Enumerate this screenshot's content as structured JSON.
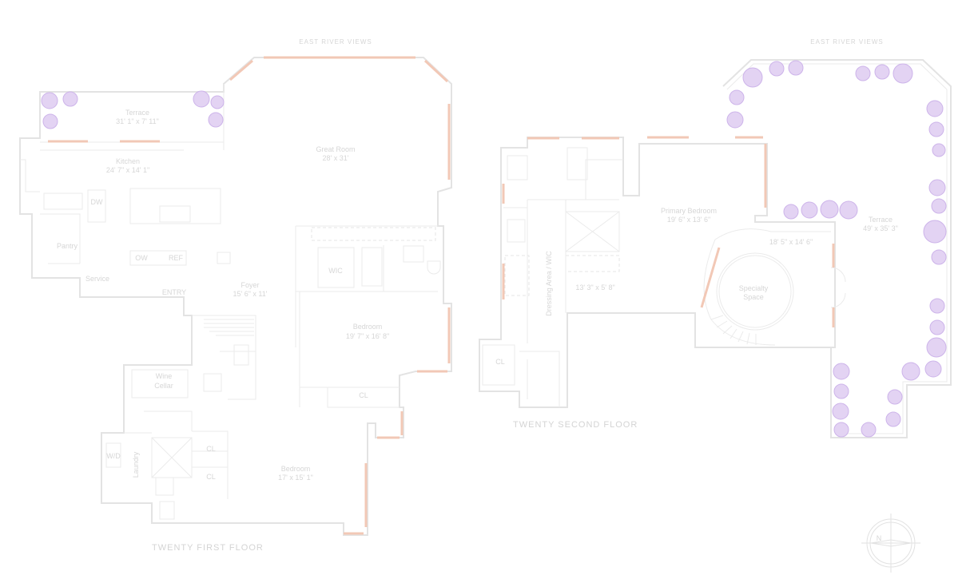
{
  "floor_labels": {
    "first": "TWENTY FIRST FLOOR",
    "second": "TWENTY SECOND FLOOR"
  },
  "view_labels": {
    "first": "EAST RIVER VIEWS",
    "second": "EAST RIVER VIEWS"
  },
  "rooms_first": {
    "terrace": {
      "name": "Terrace",
      "size": "31' 1\" x 7' 11\""
    },
    "kitchen": {
      "name": "Kitchen",
      "size": "24' 7\" x 14' 1\""
    },
    "great_room": {
      "name": "Great Room",
      "size": "28' x 31'"
    },
    "pantry": {
      "name": "Pantry"
    },
    "dw": {
      "name": "DW"
    },
    "ow": {
      "name": "OW"
    },
    "ref": {
      "name": "REF"
    },
    "service": {
      "name": "Service"
    },
    "entry": {
      "name": "ENTRY"
    },
    "foyer": {
      "name": "Foyer",
      "size": "15' 6\" x 11'"
    },
    "wic": {
      "name": "WIC"
    },
    "bedroom1": {
      "name": "Bedroom",
      "size": "19' 7\" x 16' 8\""
    },
    "wine_cellar": {
      "name": "Wine",
      "sub": "Cellar"
    },
    "cl1": {
      "name": "CL"
    },
    "wd": {
      "name": "W/D"
    },
    "laundry": {
      "name": "Laundry"
    },
    "cl2": {
      "name": "CL"
    },
    "cl3": {
      "name": "CL"
    },
    "bedroom2": {
      "name": "Bedroom",
      "size": "17' x 15' 1\""
    }
  },
  "rooms_second": {
    "dressing": {
      "name": "Dressing Area / WIC"
    },
    "primary_bedroom": {
      "name": "Primary Bedroom",
      "size": "19' 6\" x 13' 6\""
    },
    "bath_size": {
      "size": "13' 3\" x 5' 8\""
    },
    "hall_size": {
      "size": "18' 5\" x 14' 6\""
    },
    "specialty": {
      "name": "Specialty",
      "sub": "Space"
    },
    "terrace": {
      "name": "Terrace",
      "size": "49' x 35' 3\""
    },
    "cl": {
      "name": "CL"
    }
  },
  "compass": {
    "label": "N"
  }
}
